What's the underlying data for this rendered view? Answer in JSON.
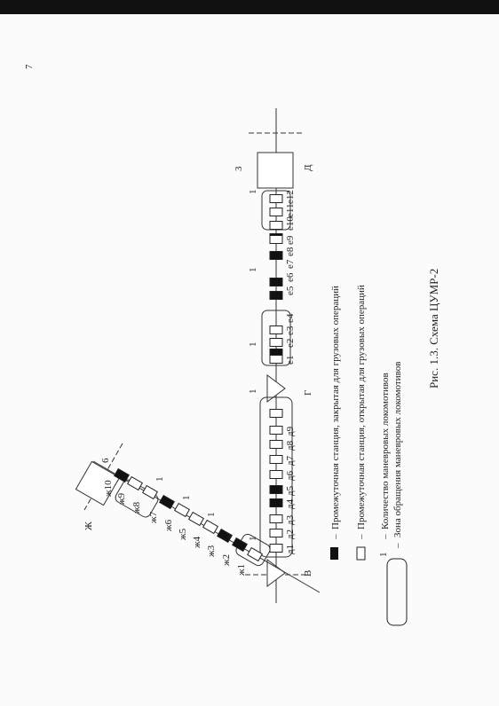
{
  "page_number": "7",
  "caption": "Рис. 1.3. Схема ЦУМР-2",
  "station_labels": {
    "v": "В",
    "g": "Г",
    "d": "Д",
    "zh": "Ж",
    "num3": "3",
    "num6": "6"
  },
  "loco_counts": {
    "v_zone": "1",
    "g_triangle": "1",
    "e_zone_1": "1",
    "e_zone_2": "1",
    "e_zone_3": "1",
    "zh_zone_1": "1",
    "zh_zone_2": "1",
    "zh_zone_3": "1"
  },
  "d_stations": [
    "д1",
    "д2",
    "д3",
    "д4",
    "д5",
    "д6",
    "д7",
    "д8",
    "д9"
  ],
  "e_stations": [
    "е1",
    "е2",
    "е3",
    "е4",
    "е5",
    "е6",
    "е7",
    "е8",
    "е9",
    "е10",
    "е11",
    "е12"
  ],
  "zh_stations": [
    "ж1",
    "ж2",
    "ж3",
    "ж4",
    "ж5",
    "ж6",
    "ж7",
    "ж8",
    "ж9",
    "ж10"
  ],
  "legend": {
    "dash": "–",
    "closed": "Промежуточная станция, закрытая для грузовых операций",
    "open": "Промежуточная станция, открытая для грузовых операций",
    "count_symbol": "1",
    "count": "Количество маневровых локомотивов",
    "zone": "Зона обращения маневровых локомотивов"
  }
}
